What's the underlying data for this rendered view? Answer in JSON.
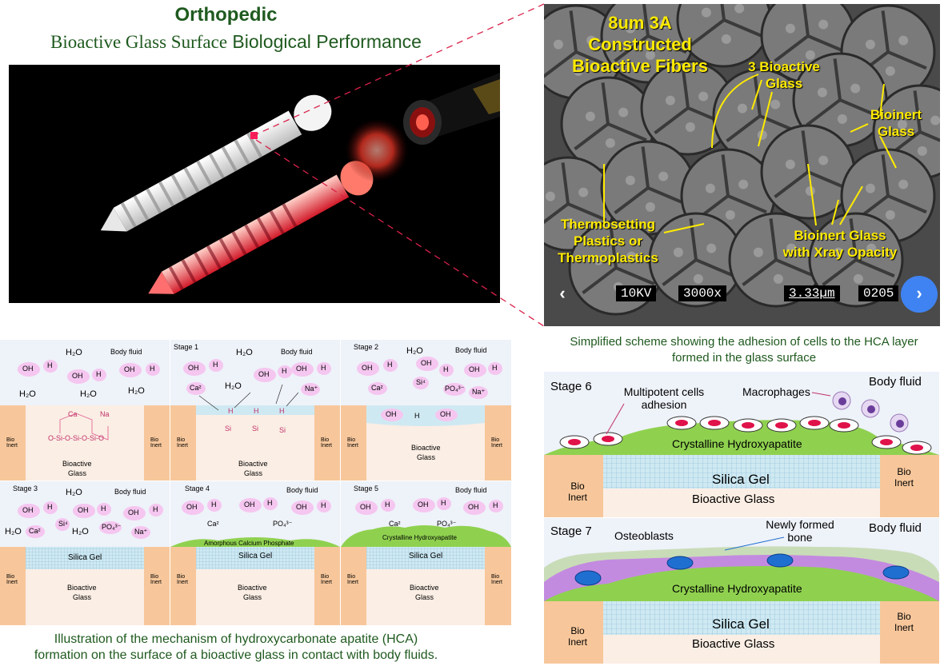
{
  "header": {
    "title": "Orthopedic",
    "subtitle_part1": "Bioactive Glass Surface",
    "subtitle_part2": " Biological Performance"
  },
  "sem": {
    "title": [
      "8um 3A",
      "Constructed",
      "Bioactive Fibers"
    ],
    "label_bioactive": [
      "3 Bioactive",
      "Glass"
    ],
    "label_bioinert": [
      "Bioinert",
      "Glass"
    ],
    "label_plastics": [
      "Thermosetting",
      "Plastics or",
      "Thermoplastics"
    ],
    "label_xray": [
      "Bioinert Glass",
      "with Xray Opacity"
    ],
    "scale": {
      "kv": "10KV",
      "mag": "3000x",
      "bar": "3.33µm",
      "id": "0205"
    },
    "nav_prev": "‹",
    "nav_next": "›"
  },
  "captions": {
    "right": "Simplified scheme showing the adhesion of cells to the HCA layer formed in the glass surface",
    "bottom_line1": "Illustration of the mechanism of hydroxycarbonate apatite (HCA)",
    "bottom_line2": "formation on the surface of a bioactive glass in contact with body fluids."
  },
  "common": {
    "body_fluid": "Body fluid",
    "bioactive": "Bioactive",
    "glass": "Glass",
    "bio": "Bio",
    "inert": "Inert",
    "oh": "OH",
    "h": "H",
    "h2o": "H₂O",
    "silica_gel": "Silica Gel",
    "ca": "Ca",
    "na": "Na",
    "si": "Si",
    "o": "O",
    "ca2": "Ca²",
    "na_plus": "Na⁺",
    "si4": "Si⁴",
    "po4": "PO₄³⁻"
  },
  "stages": {
    "s1": "Stage 1",
    "s2": "Stage 2",
    "s3": "Stage 3",
    "s4": "Stage 4",
    "s5": "Stage 5",
    "s6": "Stage 6",
    "s7": "Stage 7"
  },
  "stage4_layer": "Amorphous Calcium Phosphate",
  "stage5_layer": "Crystalline Hydroxyapatite",
  "big": {
    "multipotent": [
      "Multipotent cells",
      "adhesion"
    ],
    "macrophages": "Macrophages",
    "crystalline": "Crystalline Hydroxyapatite",
    "silica_gel": "Silica Gel",
    "bioactive_glass": "Bioactive  Glass",
    "osteoblasts": "Osteoblasts",
    "newbone": [
      "Newly formed",
      "bone"
    ],
    "body_fluid": "Body fluid",
    "bio": "Bio",
    "inert": "Inert"
  },
  "colors": {
    "title_green": "#1f5a1f",
    "sem_yellow": "#ffeb00",
    "ion_pink": "#f5c6f0",
    "bio_inert": "#f7c79b",
    "bioactive": "#fbeee4",
    "silica": "#cfe9f2",
    "hydroxyapatite": "#8fd14f",
    "osteoblast": "#c38be0",
    "nucleus_blue": "#1f6fd1",
    "cell_red": "#e0124a"
  }
}
